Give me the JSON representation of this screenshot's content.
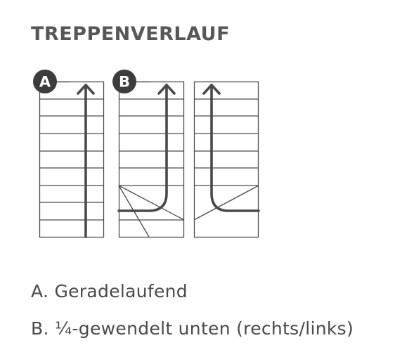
{
  "title": "TREPPENVERLAUF",
  "badges": [
    "A",
    "B"
  ],
  "legend": [
    "A. Geradelaufend",
    "B. ¼-gewendelt unten (rechts/links)"
  ],
  "colors": {
    "line": "#4a4a4a",
    "badge": "#3d3d3d",
    "text": "#4a4a4a"
  }
}
